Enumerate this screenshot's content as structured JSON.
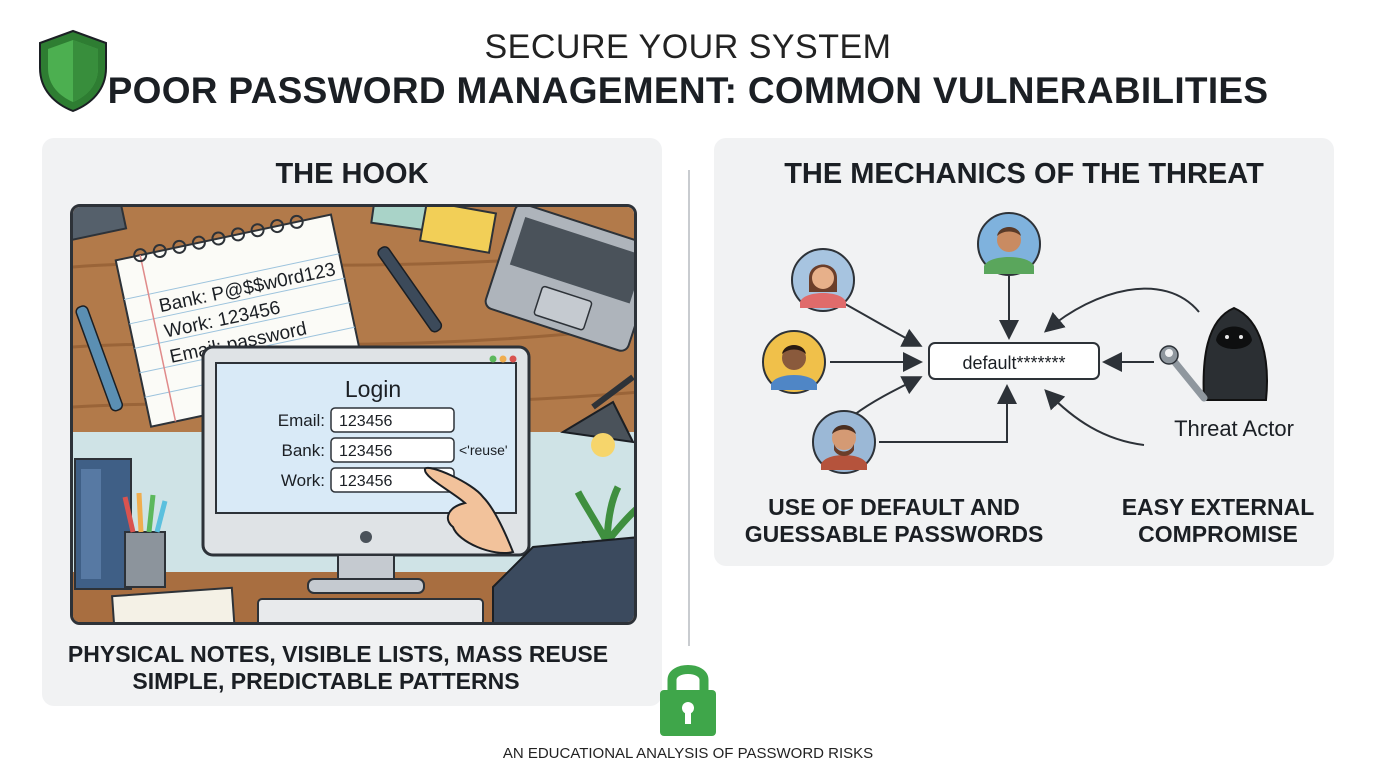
{
  "header": {
    "kicker": "SECURE YOUR SYSTEM",
    "title": "POOR PASSWORD MANAGEMENT: COMMON VULNERABILITIES"
  },
  "left_panel": {
    "title": "THE HOOK",
    "notepad_lines": [
      "Bank: P@$$w0rd123",
      "Work: 123456",
      "Email: password"
    ],
    "login": {
      "title": "Login",
      "fields": [
        {
          "label": "Email:",
          "value": "123456"
        },
        {
          "label": "Bank:",
          "value": "123456"
        },
        {
          "label": "Work:",
          "value": "123456"
        }
      ],
      "reuse_note": "<'reuse'"
    },
    "caption_line1": "PHYSICAL NOTES, VISIBLE LISTS, MASS REUSE",
    "caption_line2": "SIMPLE, PREDICTABLE PATTERNS"
  },
  "right_panel": {
    "title": "THE MECHANICS OF THE THREAT",
    "password_box": "default*******",
    "actor_label": "Threat Actor",
    "caption_left_line1": "USE OF DEFAULT AND",
    "caption_left_line2": "GUESSABLE PASSWORDS",
    "caption_right_line1": "EASY EXTERNAL",
    "caption_right_line2": "COMPROMISE"
  },
  "footer": {
    "text": "AN EDUCATIONAL ANALYSIS OF PASSWORD RISKS"
  },
  "colors": {
    "shield_green": "#43a047",
    "lock_green": "#3fa64a",
    "panel_bg": "#f1f2f3",
    "screen_blue": "#d9eaf7"
  },
  "icons": [
    "shield-icon",
    "padlock-icon",
    "wrench-icon",
    "hooded-hacker-icon",
    "user-avatar-icon"
  ]
}
